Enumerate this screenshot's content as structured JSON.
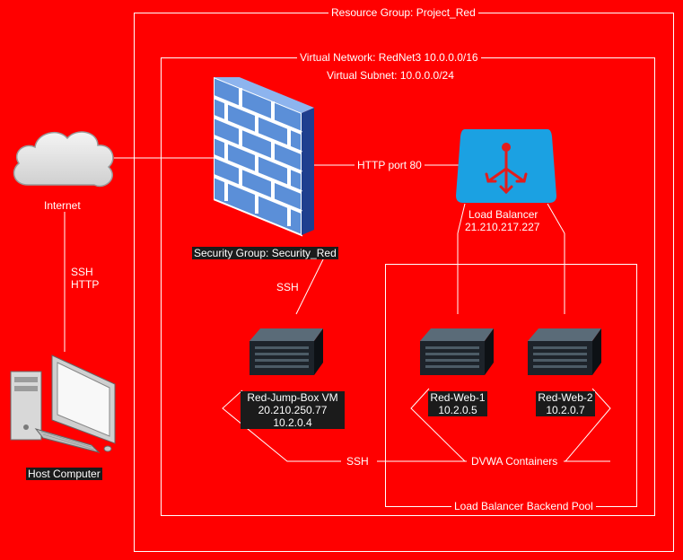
{
  "resource_group": {
    "label": "Resource Group: Project_Red"
  },
  "virtual_network": {
    "label": "Virtual Network: RedNet3 10.0.0.0/16",
    "subnet": "Virtual Subnet: 10.0.0.0/24"
  },
  "internet": {
    "label": "Internet"
  },
  "internet_protocols": {
    "ssh": "SSH",
    "http": "HTTP"
  },
  "host": {
    "label": "Host Computer"
  },
  "security_group": {
    "label": "Security Group: Security_Red"
  },
  "http_link": {
    "label": "HTTP port 80"
  },
  "load_balancer": {
    "name": "Load Balancer",
    "ip": "21.210.217.227",
    "color": "#1ba1e2"
  },
  "ssh_link": {
    "label": "SSH"
  },
  "jump_box": {
    "name": "Red-Jump-Box VM",
    "public_ip": "20.210.250.77",
    "private_ip": "10.2.0.4"
  },
  "web1": {
    "name": "Red-Web-1",
    "ip": "10.2.0.5"
  },
  "web2": {
    "name": "Red-Web-2",
    "ip": "10.2.0.7"
  },
  "ssh_bottom": {
    "label": "SSH"
  },
  "dvwa": {
    "label": "DVWA Containers"
  },
  "backend_pool": {
    "label": "Load Balancer Backend Pool"
  },
  "colors": {
    "background": "#ff0000",
    "line": "#ffffff",
    "firewall": "#5b8fd8"
  }
}
